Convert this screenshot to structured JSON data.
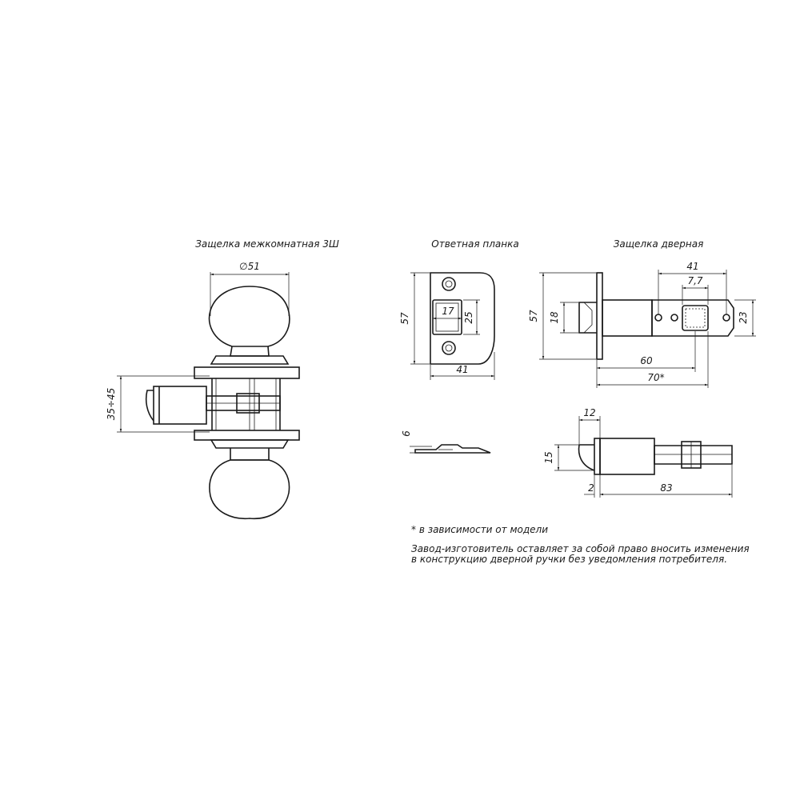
{
  "titles": {
    "interior_latch": "Защелка межкомнатная 3Ш",
    "strike_plate": "Ответная планка",
    "door_latch": "Защелка дверная"
  },
  "dims": {
    "knob_diameter": "∅51",
    "backset_range": "35÷45",
    "plate_height": "57",
    "plate_width": "41",
    "plate_slot_w": "17",
    "plate_slot_h": "25",
    "plate_thickness": "6",
    "latch_height": "57",
    "latch_bolt": "18",
    "latch_top": "41",
    "latch_hole": "7,7",
    "latch_face": "23",
    "latch_60": "60",
    "latch_70": "70*",
    "side_12": "12",
    "side_15": "15",
    "side_2": "2",
    "side_83": "83"
  },
  "notes": {
    "footnote": "* в зависимости от модели",
    "disclaimer_line1": "Завод-изготовитель оставляет за собой право вносить изменения",
    "disclaimer_line2": "в конструкцию дверной ручки без уведомления потребителя."
  }
}
